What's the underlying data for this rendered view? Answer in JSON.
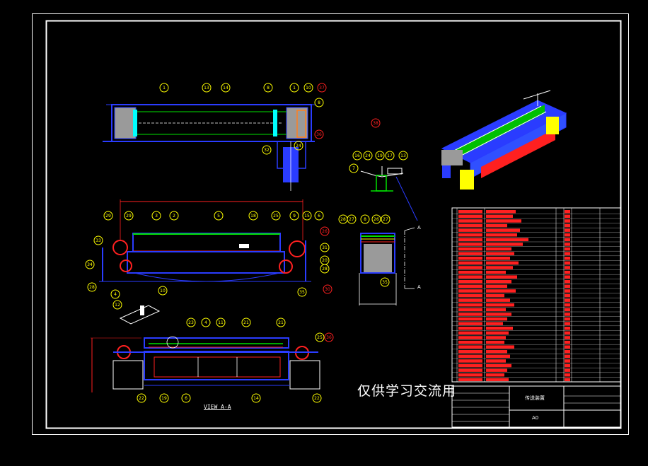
{
  "watermark": "仅供学习交流用",
  "section_label": "VIEW A-A",
  "section_marker": "A",
  "title_block": {
    "drawing_name": "传送装置",
    "material_code": "A0"
  },
  "colors": {
    "background": "#000000",
    "frame": "#ffffff",
    "structure": "#2a3cff",
    "dimension": "#ff2020",
    "balloon": "#ffff00",
    "green": "#00e000",
    "grey": "#9a9a9a"
  },
  "balloons": {
    "top_view": [
      "1",
      "13",
      "14",
      "8",
      "1",
      "10",
      "37",
      "8",
      "36",
      "24",
      "32"
    ],
    "side_view": [
      "29",
      "29",
      "3",
      "2",
      "5",
      "18",
      "25",
      "9",
      "15",
      "6",
      "33",
      "26",
      "31",
      "20",
      "28",
      "35",
      "34",
      "10",
      "28",
      "30"
    ],
    "detail_view": [
      "4",
      "12"
    ],
    "section_view": [
      "23",
      "4",
      "11",
      "21",
      "21",
      "25",
      "36",
      "22",
      "19",
      "6",
      "14",
      "22"
    ],
    "bearing_view": [
      "16",
      "24",
      "19",
      "17",
      "13",
      "7"
    ],
    "end_view": [
      "28",
      "27",
      "8",
      "26",
      "27",
      "35"
    ],
    "misc": [
      "38"
    ]
  }
}
